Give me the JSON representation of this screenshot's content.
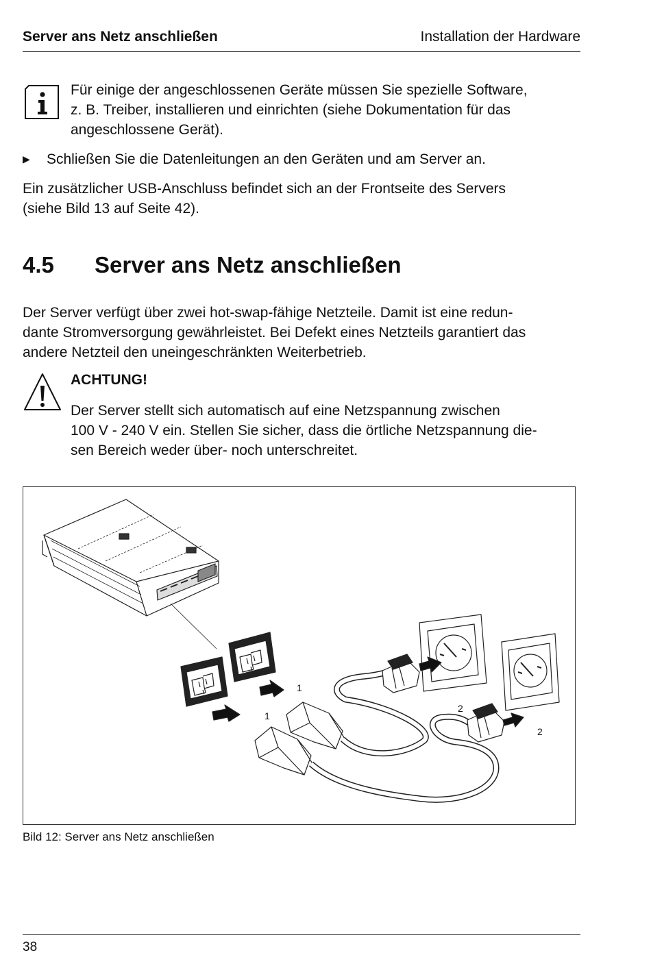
{
  "header": {
    "left": "Server ans Netz anschließen",
    "right": "Installation der Hardware"
  },
  "info_note": {
    "icon": "info-icon",
    "lines": [
      "Für einige der angeschlossenen Geräte müssen Sie spezielle Software,",
      "z. B. Treiber, installieren und einrichten (siehe Dokumentation für das",
      "angeschlossene Gerät)."
    ]
  },
  "step": {
    "marker": "▶",
    "text": "Schließen Sie die Datenleitungen an den Geräten und am Server an."
  },
  "usb_para": {
    "lines": [
      "Ein zusätzlicher USB-Anschluss befindet sich an der Frontseite des Servers",
      "(siehe Bild 13 auf Seite 42)."
    ]
  },
  "section": {
    "number": "4.5",
    "title": "Server ans Netz anschließen"
  },
  "intro_para": {
    "lines": [
      "Der Server verfügt über zwei hot-swap-fähige Netzteile. Damit ist eine redun-",
      "dante Stromversorgung gewährleistet. Bei Defekt eines Netzteils garantiert das",
      "andere Netzteil den uneingeschränkten Weiterbetrieb."
    ]
  },
  "warning": {
    "icon": "warning-triangle-icon",
    "title": "ACHTUNG!",
    "lines": [
      "Der Server stellt sich automatisch auf eine Netzspannung zwischen",
      "100 V - 240 V ein. Stellen Sie sicher, dass die örtliche Netzspannung die-",
      "sen Bereich weder über- noch unterschreitet."
    ]
  },
  "figure": {
    "labels": {
      "one_a": "1",
      "one_b": "1",
      "two_a": "2",
      "two_b": "2"
    },
    "caption": "Bild 12: Server ans Netz anschließen"
  },
  "footer": {
    "page_number": "38"
  }
}
